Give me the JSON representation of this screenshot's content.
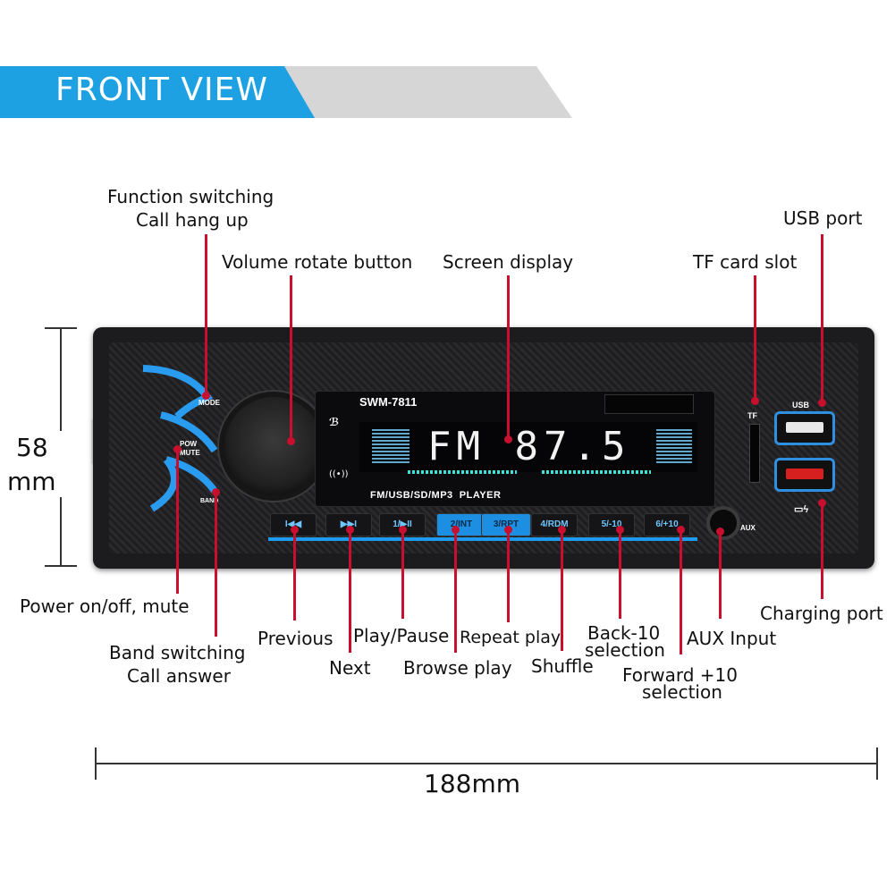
{
  "banner": {
    "title": "FRONT VIEW"
  },
  "device": {
    "model": "SWM-7811",
    "formats": "FM/USB/SD/MP3  PLAYER",
    "display_text": "FM  87.5",
    "buttons": {
      "mode": "MODE",
      "pow_mute": "POW\nMUTE",
      "band": "BAND",
      "prev": "I◀◀",
      "next": "▶▶I",
      "play_pause": "1/▶II",
      "int": "2/INT",
      "rpt": "3/RPT",
      "rdm": "4/RDM",
      "back10": "5/-10",
      "fwd10": "6/+10"
    },
    "ports": {
      "tf": "TF",
      "usb": "USB",
      "aux": "AUX"
    },
    "colors": {
      "accent": "#1e9bef",
      "leader": "#c8102e",
      "charge_port": "#d62020"
    }
  },
  "labels": {
    "function_switching": "Function switching",
    "call_hang_up": "Call hang up",
    "volume": "Volume rotate button",
    "screen": "Screen display",
    "tf_slot": "TF card slot",
    "usb_port": "USB port",
    "power": "Power on/off, mute",
    "band_switching": "Band switching",
    "call_answer": "Call answer",
    "previous": "Previous",
    "next": "Next",
    "play_pause": "Play/Pause",
    "browse": "Browse play",
    "repeat": "Repeat play",
    "shuffle": "Shuffle",
    "back10_a": "Back-10",
    "back10_b": "selection",
    "forward10_a": "Forward +10",
    "forward10_b": "selection",
    "aux_input": "AUX Input",
    "charging": "Charging port"
  },
  "dimensions": {
    "height_a": "58",
    "height_b": "mm",
    "width": "188mm"
  }
}
